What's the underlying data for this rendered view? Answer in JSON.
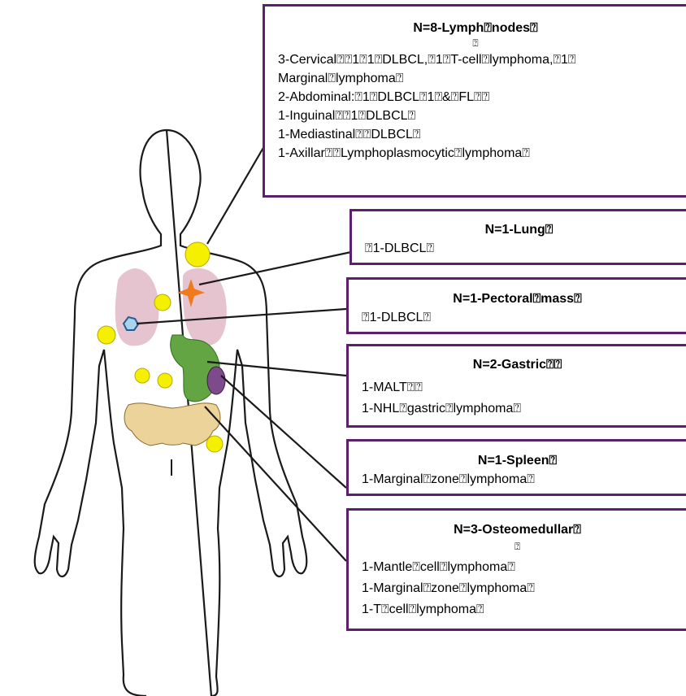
{
  "diagram": {
    "colors": {
      "box_border": "#5b1f6b",
      "node_marker": "#f4f000",
      "lung": "#e6c4cf",
      "stomach": "#63a542",
      "spleen": "#7d4b8a",
      "pelvis": "#ecd39a",
      "lung_star": "#f07a1e",
      "pectoral_marker": "#a8d4ee"
    },
    "boxes": {
      "lymph_nodes": {
        "title": "N=8-Lymph⍰nodes⍰",
        "mark": "⍰",
        "lines": [
          "3-Cervical⍰⍰1⍰1⍰DLBCL,⍰1⍰T-cell⍰lymphoma,⍰1⍰",
          "Marginal⍰lymphoma⍰",
          "2-Abdominal:⍰1⍰DLBCL⍰1⍰&⍰FL⍰⍰",
          "1-Inguinal⍰⍰1⍰DLBCL⍰",
          "1-Mediastinal⍰⍰DLBCL⍰",
          "1-Axillar⍰⍰Lymphoplasmocytic⍰lymphoma⍰"
        ]
      },
      "lung": {
        "title": "N=1-Lung⍰",
        "lines": [
          "⍰1-DLBCL⍰"
        ]
      },
      "pectoral": {
        "title": "N=1-Pectoral⍰mass⍰",
        "lines": [
          "⍰1-DLBCL⍰"
        ]
      },
      "gastric": {
        "title": "N=2-Gastric⍰⍰",
        "lines": [
          "1-MALT⍰⍰",
          "1-NHL⍰gastric⍰lymphoma⍰"
        ]
      },
      "spleen": {
        "title": "N=1-Spleen⍰",
        "lines": [
          "1-Marginal⍰zone⍰lymphoma⍰"
        ]
      },
      "osteomedullar": {
        "title": "N=3-Osteomedullar⍰",
        "mark": "⍰",
        "lines": [
          "1-Mantle⍰cell⍰lymphoma⍰",
          "1-Marginal⍰zone⍰lymphoma⍰",
          "1-T⍰cell⍰lymphoma⍰"
        ]
      }
    }
  }
}
